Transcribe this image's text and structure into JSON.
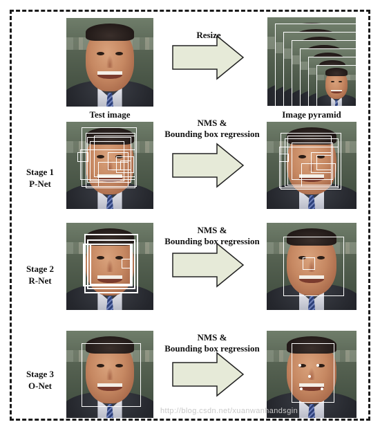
{
  "labels": {
    "resize": "Resize",
    "test_image": "Test image",
    "image_pyramid": "Image pyramid",
    "nms_line1": "NMS &",
    "nms_line2": "Bounding box regression"
  },
  "stages": [
    {
      "line1": "Stage 1",
      "line2": "P-Net"
    },
    {
      "line1": "Stage 2",
      "line2": "R-Net"
    },
    {
      "line1": "Stage 3",
      "line2": "O-Net"
    }
  ],
  "watermark": "http://blog.csdn.net/xuanwanhandsgin",
  "colors": {
    "arrow_fill": "#e6ead8",
    "arrow_stroke": "#222222",
    "frame": "#1a1a1a",
    "box": "#ffffff"
  }
}
